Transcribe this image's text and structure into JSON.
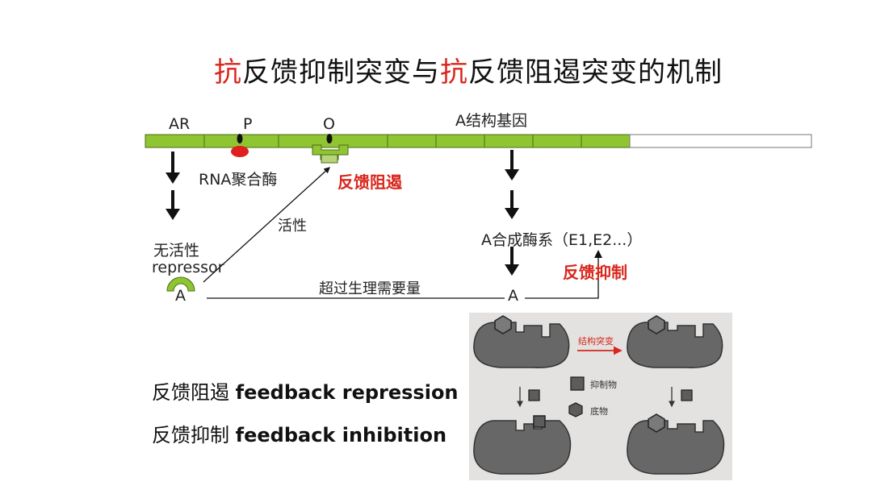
{
  "title": {
    "part1": "抗",
    "part2": "反馈抑制突变与",
    "part3": "抗",
    "part4": "反馈阻遏突变的机制"
  },
  "diagram": {
    "gene_labels": {
      "ar": "AR",
      "p": "P",
      "o": "O",
      "structural_gene": "A结构基因"
    },
    "rna_polymerase": "RNA聚合酶",
    "feedback_repression_label": "反馈阻遏",
    "active_label": "活性",
    "inactive_label_line1": "无活性",
    "inactive_label_line2": "repressor",
    "inactive_a": "A",
    "enzyme_system": "A合成酶系（E1,E2...）",
    "feedback_inhibition_label": "反馈抑制",
    "excess_label": "超过生理需要量",
    "product_a": "A"
  },
  "legend": {
    "repression_cn": "反馈阻遏",
    "repression_en": "feedback repression",
    "inhibition_cn": "反馈抑制",
    "inhibition_en": "feedback inhibition"
  },
  "photo": {
    "structural_mutation": "结构突变",
    "inhibitor": "抑制物",
    "substrate": "底物"
  },
  "colors": {
    "title_red": "#d9261c",
    "gene_green": "#8fc531",
    "rna_pol_red": "#e01f1f",
    "enzyme_gray": "#676767"
  }
}
